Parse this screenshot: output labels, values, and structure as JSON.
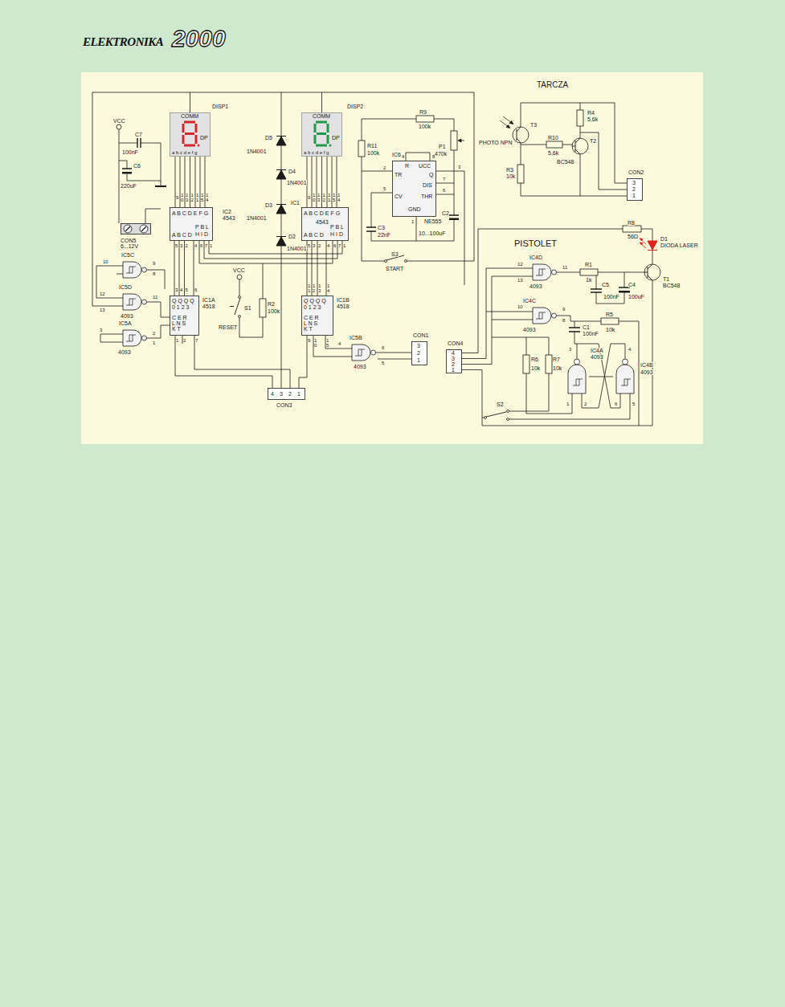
{
  "diagram": {
    "nodes": [
      {
        "text": [
          "COMM",
          "DP",
          "a b c d e f g",
          "DISP1"
        ]
      },
      {
        "text": [
          "COMM",
          "DP",
          "a b c d e f g",
          "DISP2"
        ]
      },
      {
        "text": [
          "A B C D E F G",
          "A B C D",
          "P B L",
          "H I D",
          "IC2",
          "4543"
        ]
      },
      {
        "text": [
          "A B C D E F G",
          "4543",
          "A B C D",
          "P B L",
          "H I D"
        ]
      },
      {
        "text": [
          "Q Q Q Q",
          "0 1 2 3",
          "C E R",
          "L N S",
          "K T",
          "IC1A",
          "4518"
        ]
      },
      {
        "text": [
          "Q Q Q Q",
          "0 1 2 3",
          "C E R",
          "L N S",
          "K T",
          "IC1B",
          "4518"
        ]
      },
      {
        "text": [
          "IC6",
          "R",
          "TR",
          "UCC",
          "Q",
          "DIS",
          "CV",
          "THR",
          "GND",
          "NE555"
        ]
      },
      {
        "text": [
          "IC5C"
        ]
      },
      {
        "text": [
          "IC5D",
          "4093"
        ]
      },
      {
        "text": [
          "IC5A",
          "4093"
        ]
      },
      {
        "text": [
          "IC5B",
          "4093"
        ]
      },
      {
        "text": [
          "CON1",
          "3",
          "2",
          "1"
        ]
      },
      {
        "text": [
          "CON3",
          "4",
          "3",
          "2",
          "1"
        ]
      },
      {
        "text": [
          "CON5",
          "6...12V"
        ]
      },
      {
        "text": [
          "CON2",
          "3",
          "2",
          "1"
        ]
      },
      {
        "text": [
          "CON4",
          "4",
          "3",
          "2",
          "1"
        ]
      },
      {
        "text": [
          "IC4D",
          "4093"
        ]
      },
      {
        "text": [
          "IC4C",
          "4093"
        ]
      },
      {
        "text": [
          "IC4A",
          "4093"
        ]
      },
      {
        "text": [
          "IC4B",
          "4093"
        ]
      }
    ],
    "edges": [
      {
        "from": 0,
        "to": 2,
        "arrow": "none"
      },
      {
        "from": 2,
        "to": 4,
        "arrow": "none"
      },
      {
        "from": 1,
        "to": 3,
        "arrow": "none"
      },
      {
        "from": 3,
        "to": 5,
        "arrow": "none"
      },
      {
        "from": 10,
        "to": 11,
        "arrow": "none"
      },
      {
        "from": 18,
        "to": 19,
        "arrow": "none"
      }
    ],
    "labels": [
      "ELEKTRONIKA",
      "2000",
      "VCC",
      "C7",
      "100nF",
      "C6",
      "220uF",
      "D5",
      "1N4001",
      "D4",
      "1N4001",
      "D3",
      "IC1",
      "1N4001",
      "D2",
      "1N4001",
      "R9",
      "100k",
      "P1",
      "470k",
      "R11",
      "100k",
      "C3",
      "22nF",
      "C2",
      "10...100uF",
      "S3",
      "START",
      "VCC",
      "S1",
      "RESET",
      "R2",
      "100k",
      "9",
      "10",
      "13",
      "12",
      "11",
      "15",
      "14",
      "9",
      "10",
      "13",
      "12",
      "11",
      "15",
      "14",
      "5",
      "3",
      "2",
      "4",
      "6",
      "7",
      "1",
      "3",
      "4",
      "5",
      "6",
      "1",
      "2",
      "7",
      "5",
      "3",
      "2",
      "4",
      "6",
      "7",
      "1",
      "11",
      "12",
      "13",
      "14",
      "9",
      "10",
      "15",
      "4",
      "8",
      "2",
      "3",
      "7",
      "6",
      "5",
      "1",
      "10",
      "9",
      "8",
      "12",
      "13",
      "11",
      "3",
      "2",
      "1",
      "4",
      "6",
      "5",
      "12",
      "13",
      "11",
      "10",
      "9",
      "8",
      "3",
      "1",
      "2",
      "4",
      "6",
      "5",
      "TARCZA",
      "T3",
      "PHOTO NPN",
      "R10",
      "5,6k",
      "T2",
      "BC548",
      "R4",
      "5,6k",
      "R3",
      "10k",
      "PISTOLET",
      "R8",
      "56Ω",
      "D1",
      "DIODA LASER",
      "R1",
      "1k",
      "T1",
      "BC548",
      "C5",
      "100nF",
      "C4",
      "100uF",
      "R5",
      "10k",
      "C1",
      "100nF",
      "R6",
      "10k",
      "R7",
      "10k",
      "S2"
    ]
  }
}
